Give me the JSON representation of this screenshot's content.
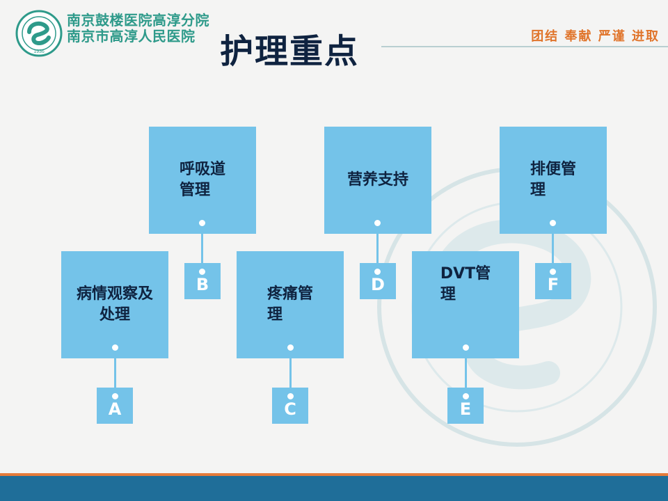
{
  "header": {
    "hospital_name_line1": "南京鼓楼医院高淳分院",
    "hospital_name_line2": "南京市高淳人民医院",
    "title": "护理重点",
    "motto": "团结 奉献 严谨 进取"
  },
  "logo": {
    "icon": "hospital-logo-icon",
    "year": "1936"
  },
  "watermark": {
    "icon": "hospital-watermark-icon"
  },
  "diagram": {
    "items": [
      {
        "letter": "A",
        "label_lines": [
          "病情观察及",
          "处理"
        ]
      },
      {
        "letter": "B",
        "label_lines": [
          "呼吸道",
          "管理"
        ]
      },
      {
        "letter": "C",
        "label_lines": [
          "疼痛管",
          "理"
        ]
      },
      {
        "letter": "D",
        "label_lines": [
          "营养支持"
        ]
      },
      {
        "letter": "E",
        "label_lines": [
          "DVT管",
          "理"
        ]
      },
      {
        "letter": "F",
        "label_lines": [
          "排便管",
          "理"
        ]
      }
    ]
  },
  "colors": {
    "box": "#74c3e9",
    "title": "#0f2340",
    "hospital_name": "#2e9a8a",
    "motto": "#e0742a",
    "footer_band": "#1f6e99",
    "footer_accent": "#e57b3a"
  }
}
